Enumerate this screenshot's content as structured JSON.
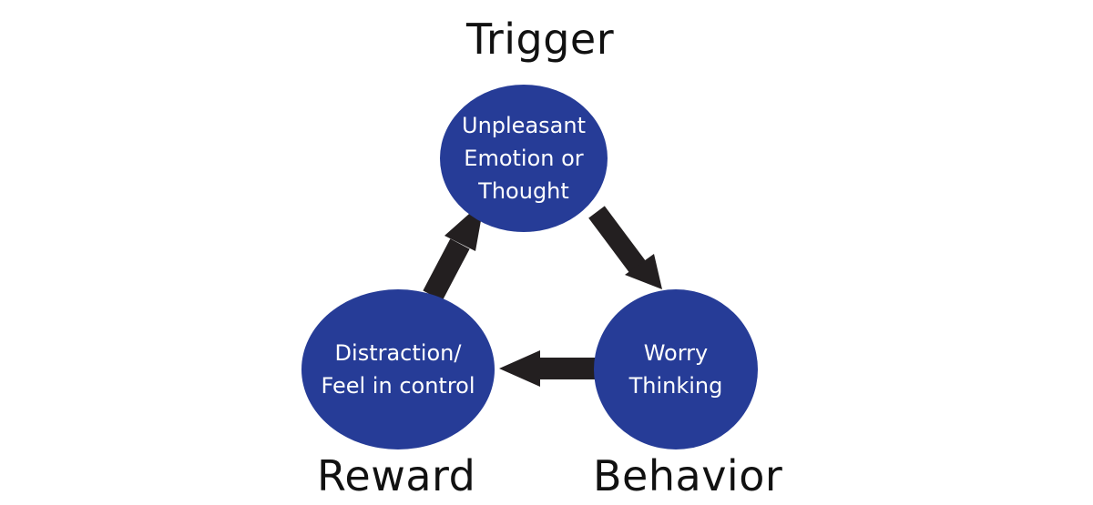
{
  "diagram": {
    "type": "cycle",
    "colors": {
      "node_fill": "#263c97",
      "node_text": "#ffffff",
      "arrow": "#231f20",
      "label_text": "#111111"
    },
    "nodes": [
      {
        "id": "trigger",
        "stage_label": "Trigger",
        "text": "Unpleasant\nEmotion or\nThought"
      },
      {
        "id": "behavior",
        "stage_label": "Behavior",
        "text": "Worry\nThinking"
      },
      {
        "id": "reward",
        "stage_label": "Reward",
        "text": "Distraction/\nFeel in control"
      }
    ],
    "edges": [
      {
        "from": "trigger",
        "to": "behavior",
        "icon": "arrow-icon"
      },
      {
        "from": "behavior",
        "to": "reward",
        "icon": "arrow-icon"
      },
      {
        "from": "reward",
        "to": "trigger",
        "icon": "arrow-icon"
      }
    ]
  }
}
